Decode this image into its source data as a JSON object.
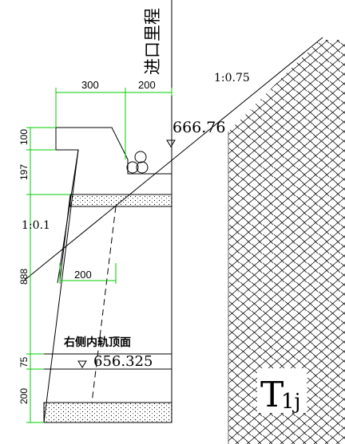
{
  "drawing": {
    "vertical_title": "进口里程",
    "slope_ratio_right": "1:0.75",
    "slope_ratio_left": "1:0.1",
    "elevation_top": "666.76",
    "elevation_rail": "656.325",
    "rail_label": "右侧内轨顶面",
    "rock_symbol": "T",
    "rock_symbol_sub": "1j",
    "dims_horizontal": {
      "top_left": "300",
      "top_right": "200",
      "bottom_inner": "200"
    },
    "dims_vertical": {
      "d1": "100",
      "d2": "197",
      "d3": "888",
      "d4": "75",
      "d5": "200"
    }
  },
  "colors": {
    "dimension": "#00cc00",
    "lines": "#000000",
    "background": "#ffffff"
  }
}
